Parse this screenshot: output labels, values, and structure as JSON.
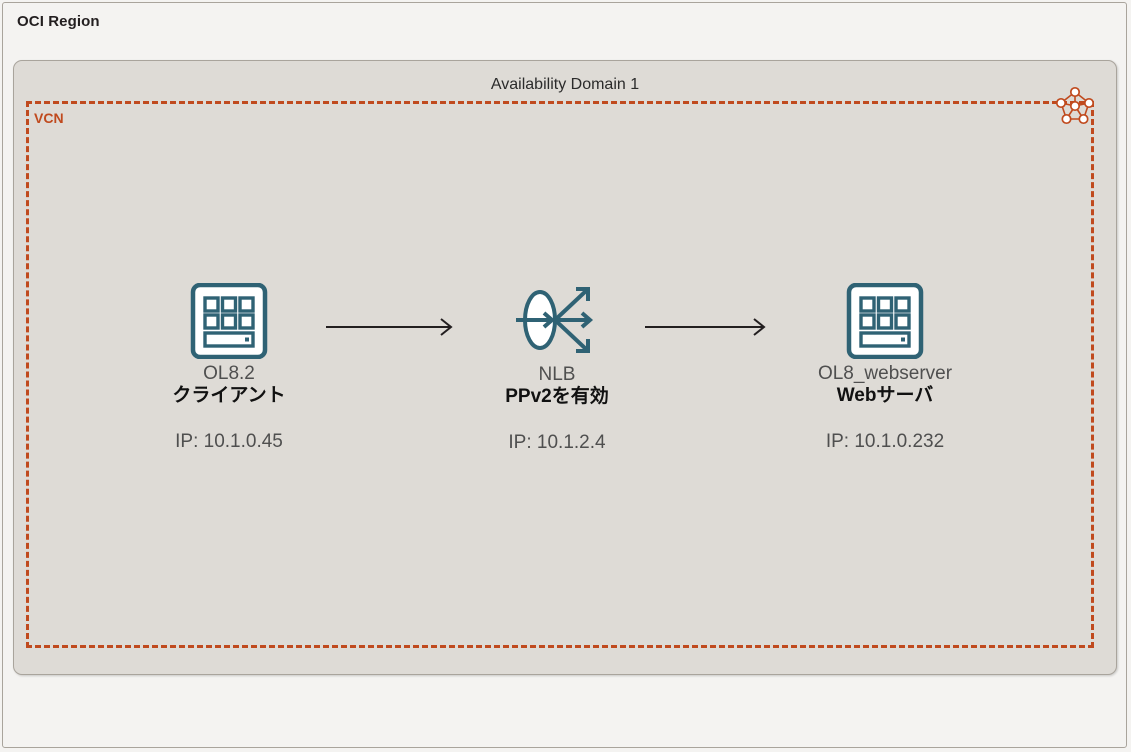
{
  "region": {
    "title": "OCI Region",
    "border_color": "#a9a49c",
    "background": "#f4f3f1"
  },
  "availability_domain": {
    "title": "Availability Domain 1",
    "background": "#dedbd6",
    "border_color": "#a9a49c"
  },
  "vcn": {
    "title": "VCN",
    "color": "#c04a1e",
    "icon": "network-mesh-icon",
    "border_style": "dashed"
  },
  "nodes": [
    {
      "id": "client",
      "icon": "compute-instance-icon",
      "icon_color": "#2f6274",
      "name": "OL8.2",
      "role": "クライアント",
      "ip": "IP: 10.1.0.45"
    },
    {
      "id": "nlb",
      "icon": "network-load-balancer-icon",
      "icon_color": "#2f6274",
      "name": "NLB",
      "role": "PPv2を有効",
      "ip": "IP: 10.1.2.4"
    },
    {
      "id": "webserver",
      "icon": "compute-instance-icon",
      "icon_color": "#2f6274",
      "name": "OL8_webserver",
      "role": "Webサーバ",
      "ip": "IP: 10.1.0.232"
    }
  ],
  "connections": [
    {
      "id": "client-to-nlb",
      "from": "client",
      "to": "nlb",
      "direction": "right",
      "color": "#231f20"
    },
    {
      "id": "nlb-to-webserver",
      "from": "nlb",
      "to": "webserver",
      "direction": "right",
      "color": "#231f20"
    }
  ]
}
